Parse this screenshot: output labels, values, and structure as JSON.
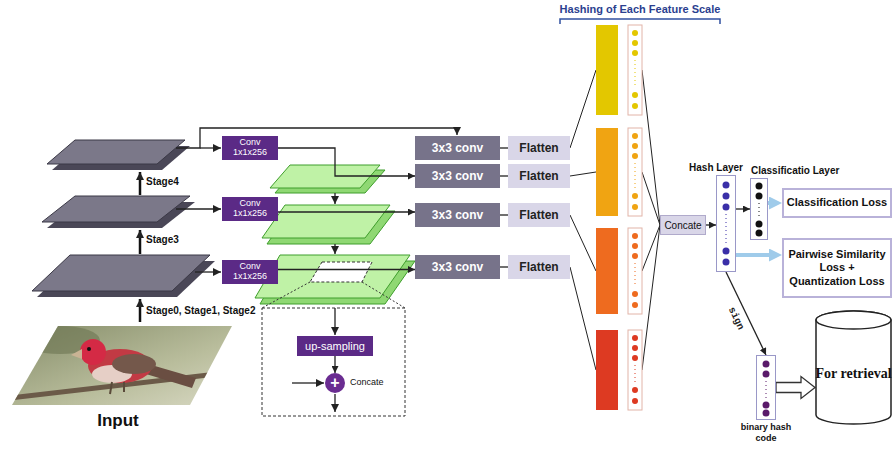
{
  "diagram": {
    "nodes": [
      {
        "text": [
          "Conv 1x1x256"
        ]
      },
      {
        "text": [
          "Conv 1x1x256"
        ]
      },
      {
        "text": [
          "Conv 1x1x256"
        ]
      },
      {
        "text": [
          "up-sampling"
        ]
      },
      {
        "text": [
          "+",
          "Concate"
        ]
      },
      {
        "text": [
          "3x3 conv"
        ]
      },
      {
        "text": [
          "3x3 conv"
        ]
      },
      {
        "text": [
          "3x3 conv"
        ]
      },
      {
        "text": [
          "3x3 conv"
        ]
      },
      {
        "text": [
          "Flatten"
        ]
      },
      {
        "text": [
          "Flatten"
        ]
      },
      {
        "text": [
          "Flatten"
        ]
      },
      {
        "text": [
          "Flatten"
        ]
      },
      {
        "text": [
          "Concate"
        ]
      },
      {
        "text": [
          "Hash Layer"
        ]
      },
      {
        "text": [
          "Classificatio Layer"
        ]
      },
      {
        "text": [
          "Classification Loss"
        ]
      },
      {
        "text": [
          "Pairwise Similarity Loss + Quantization Loss"
        ]
      },
      {
        "text": [
          "binary hash code"
        ]
      },
      {
        "text": [
          "For retrieval"
        ]
      }
    ],
    "edges": [
      {
        "from": 3,
        "to": 4,
        "arrow": "to"
      },
      {
        "from": 5,
        "to": 9,
        "arrow": "none"
      },
      {
        "from": 6,
        "to": 10,
        "arrow": "none"
      },
      {
        "from": 7,
        "to": 11,
        "arrow": "none"
      },
      {
        "from": 8,
        "to": 12,
        "arrow": "none"
      },
      {
        "from": 0,
        "to": 6,
        "arrow": "to"
      },
      {
        "from": 1,
        "to": 7,
        "arrow": "to"
      },
      {
        "from": 2,
        "to": 8,
        "arrow": "to"
      },
      {
        "from": 13,
        "to": 14,
        "arrow": "to"
      },
      {
        "from": 14,
        "to": 15,
        "arrow": "to"
      },
      {
        "from": 15,
        "to": 16,
        "arrow": "to"
      },
      {
        "from": 14,
        "to": 17,
        "arrow": "to"
      },
      {
        "from": 14,
        "to": 18,
        "arrow": "to",
        "label": "sign"
      },
      {
        "from": 18,
        "to": 19,
        "arrow": "to"
      }
    ],
    "labels": [
      "Hashing of Each Feature Scale",
      "Stage4",
      "Stage3",
      "Stage0, Stage1, Stage2",
      "Input"
    ]
  }
}
